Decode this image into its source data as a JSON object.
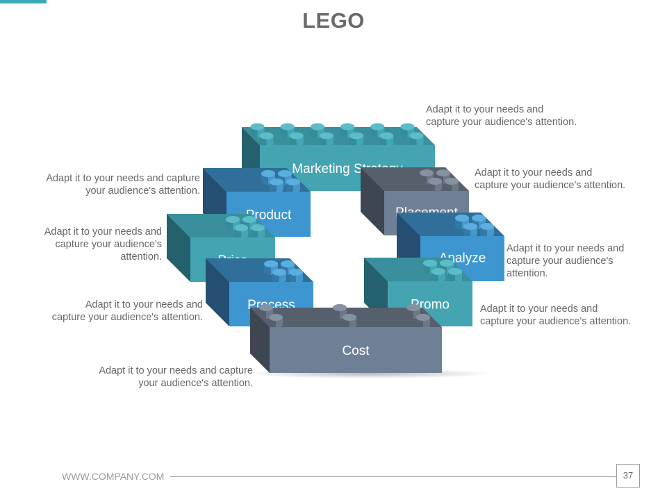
{
  "slide": {
    "title": "LEGO",
    "page_number": "37"
  },
  "footer": {
    "url": "WWW.COMPANY.COM"
  },
  "colors": {
    "accent": "#3aa8b8",
    "teal": "#44a4b2",
    "blue": "#3d96cf",
    "slate": "#6f7f95"
  },
  "bricks": [
    {
      "id": "marketing-strategy",
      "label": "Marketing Strategy",
      "color": "teal"
    },
    {
      "id": "product",
      "label": "Product",
      "color": "blue"
    },
    {
      "id": "placement",
      "label": "Placement",
      "color": "slate"
    },
    {
      "id": "price",
      "label": "Price",
      "color": "teal"
    },
    {
      "id": "analyze",
      "label": "Analyze",
      "color": "blue"
    },
    {
      "id": "process",
      "label": "Process",
      "color": "blue"
    },
    {
      "id": "promo",
      "label": "Promo",
      "color": "teal"
    },
    {
      "id": "cost",
      "label": "Cost",
      "color": "slate"
    }
  ],
  "captions": {
    "marketing_strategy": [
      "Adapt it to your needs and",
      "capture your audience's attention."
    ],
    "product": [
      "Adapt it to your needs and capture",
      "your audience's attention."
    ],
    "placement": [
      "Adapt it to your needs and",
      "capture your audience's attention."
    ],
    "price": [
      "Adapt it to your needs and",
      "capture your audience's",
      "attention."
    ],
    "analyze": [
      "Adapt it to your needs and",
      "capture your audience's",
      "attention."
    ],
    "process": [
      "Adapt it to your needs and",
      "capture your audience's attention."
    ],
    "promo": [
      "Adapt it to your needs and",
      "capture your audience's attention."
    ],
    "cost": [
      "Adapt it to your needs and capture",
      "your audience's attention."
    ]
  }
}
